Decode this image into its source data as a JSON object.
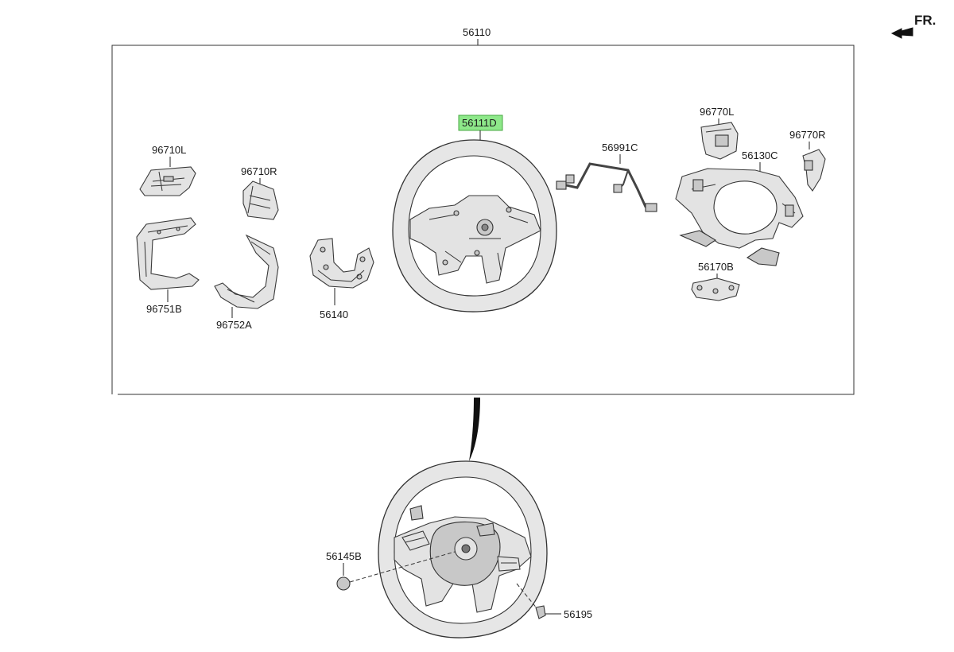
{
  "orientation": {
    "label": "FR.",
    "icon": "arrow-left-icon"
  },
  "assembly": {
    "part_number": "56110"
  },
  "callouts": {
    "steering_wheel_body": "56111D",
    "switch_left": "96710L",
    "switch_right": "96710R",
    "cover_lower_left": "96751B",
    "cover_lower_right": "96752A",
    "damper_bracket": "56140",
    "wiring_harness": "56991C",
    "paddle_left": "96770L",
    "paddle_right": "96770R",
    "rear_cover": "56130C",
    "connector_plate": "56170B",
    "plug": "56145B",
    "bolt": "56195"
  },
  "highlight": {
    "part": "56111D",
    "color": "#8ee88a"
  }
}
